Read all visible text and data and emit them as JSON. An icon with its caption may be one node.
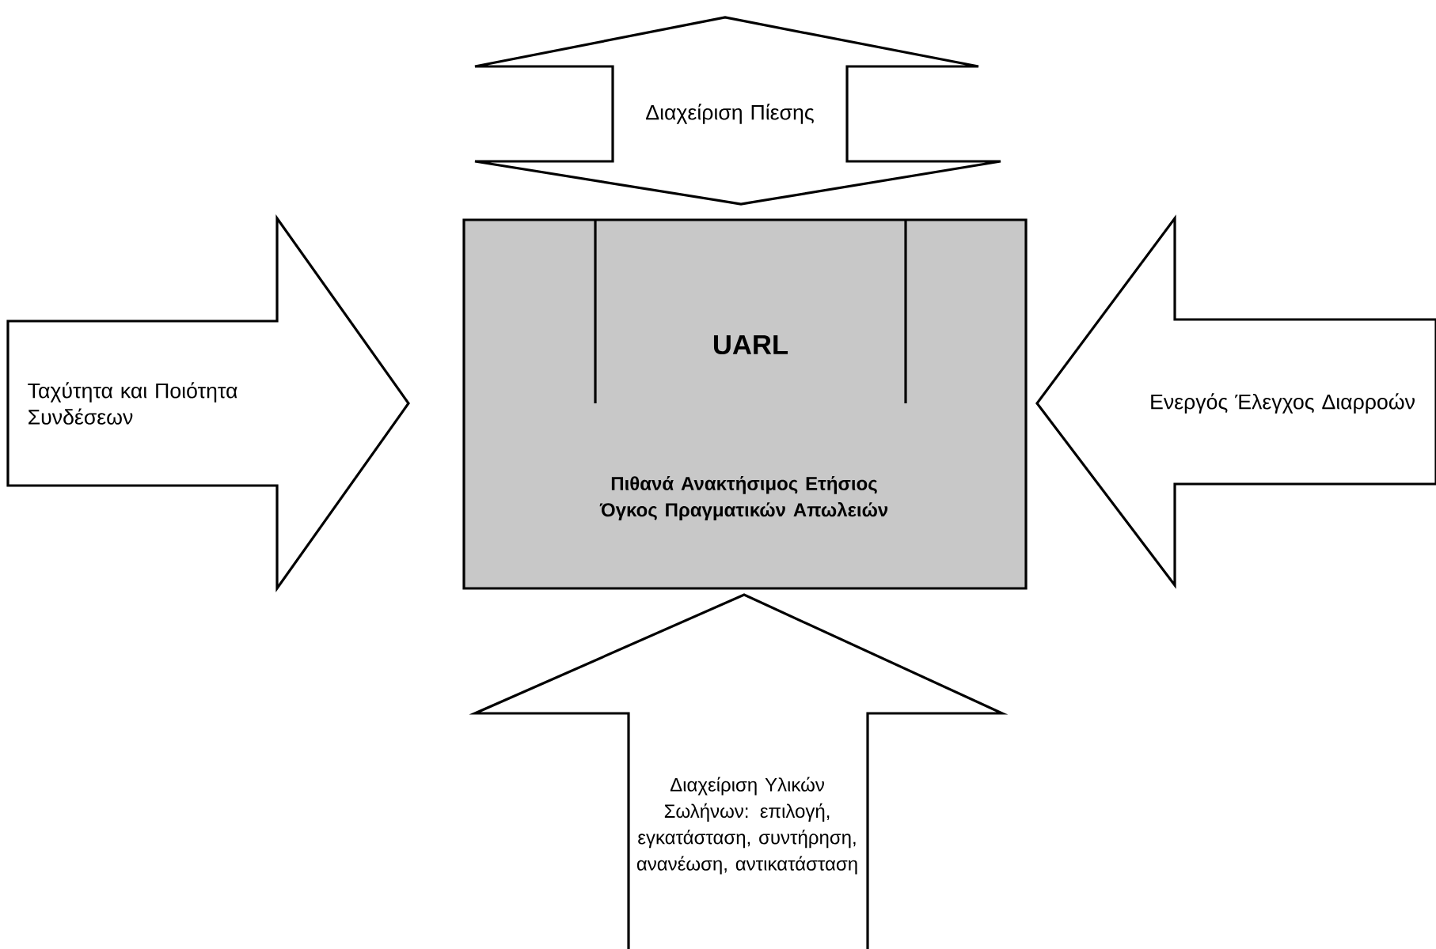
{
  "diagram": {
    "nodes": [
      {
        "text": [
          "Διαχείριση Πίεσης"
        ]
      },
      {
        "text": [
          "Ταχύτητα και Ποιότητα Συνδέσεων"
        ]
      },
      {
        "text": [
          "UARL",
          "Πιθανά Ανακτήσιμος Ετήσιος Όγκος Πραγματικών Απωλειών"
        ]
      },
      {
        "text": [
          "Ενεργός Έλεγχος Διαρροών"
        ]
      },
      {
        "text": [
          "Διαχείριση Υλικών Σωλήνων: επιλογή, εγκατάσταση, συντήρηση, ανανέωση, αντικατάσταση"
        ]
      }
    ]
  }
}
